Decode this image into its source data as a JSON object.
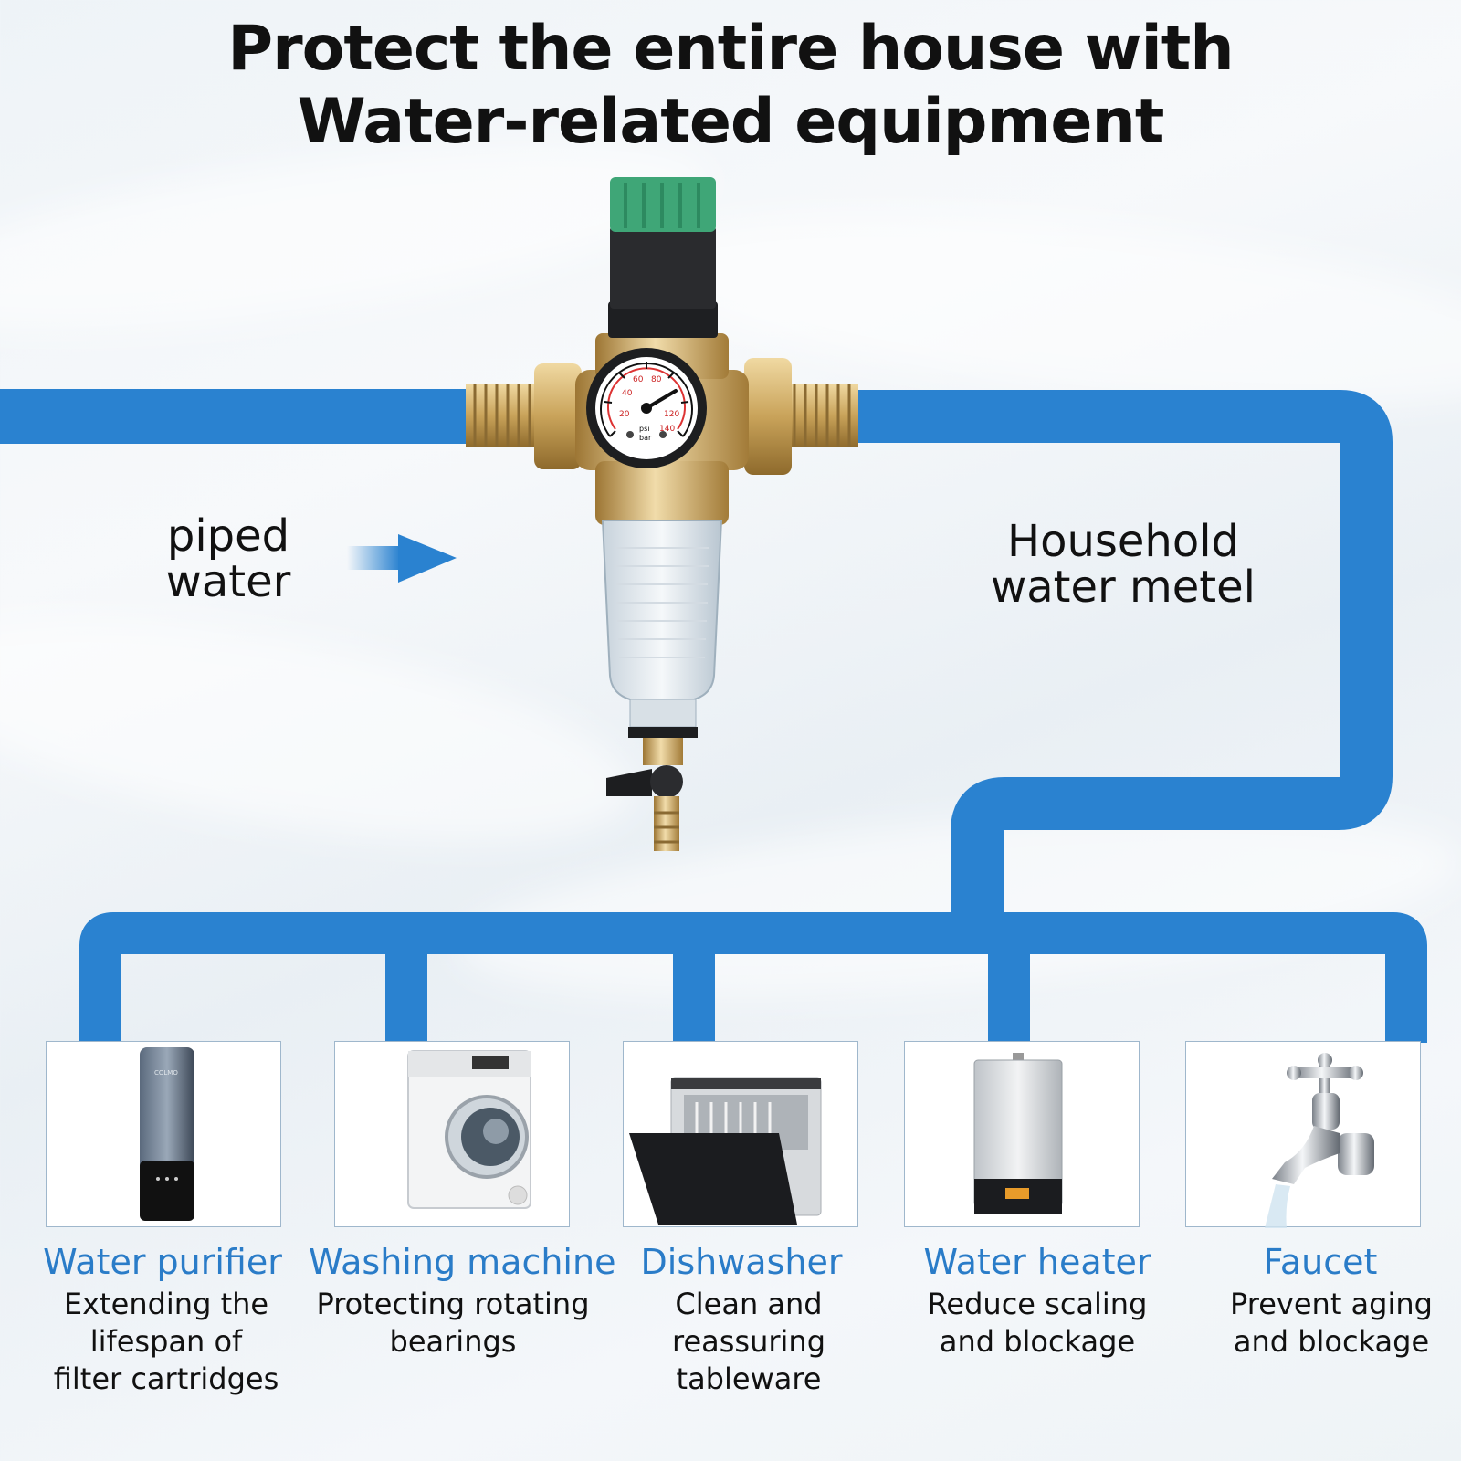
{
  "title": {
    "line1": "Protect the entire house with",
    "line2": "Water-related equipment"
  },
  "labels": {
    "inlet": {
      "line1": "piped",
      "line2": "water"
    },
    "meter": {
      "line1": "Household",
      "line2": "water metel"
    }
  },
  "gauge": {
    "ticks": [
      "20",
      "40",
      "60",
      "80",
      "120",
      "140"
    ],
    "unit_psi": "psi",
    "unit_bar": "bar"
  },
  "purifier_brand": "COLMO",
  "colors": {
    "pipe": "#2a82d0",
    "accent_text": "#2a7cc8",
    "valve_cap": "#3fa677",
    "brass": "#c9a35a"
  },
  "appliances": [
    {
      "name": "Water purifier",
      "desc": [
        "Extending the",
        "lifespan of",
        "filter cartridges"
      ],
      "icon": "water-purifier"
    },
    {
      "name": "Washing machine",
      "desc": [
        "Protecting rotating",
        "bearings"
      ],
      "icon": "washing-machine"
    },
    {
      "name": "Dishwasher",
      "desc": [
        "Clean and",
        "reassuring",
        "tableware"
      ],
      "icon": "dishwasher"
    },
    {
      "name": "Water heater",
      "desc": [
        "Reduce scaling",
        "and blockage"
      ],
      "icon": "water-heater"
    },
    {
      "name": "Faucet",
      "desc": [
        "Prevent aging",
        "and blockage"
      ],
      "icon": "faucet"
    }
  ]
}
